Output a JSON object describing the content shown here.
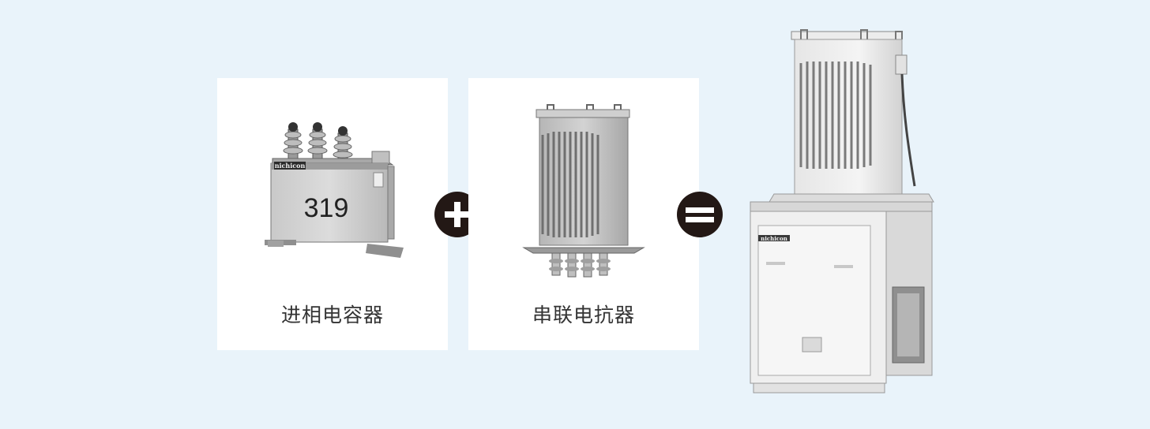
{
  "cards": [
    {
      "caption": "进相电容器",
      "product_icon": "capacitor-icon",
      "brand": "nichicon",
      "model_number": "319"
    },
    {
      "caption": "串联电抗器",
      "product_icon": "reactor-icon"
    }
  ],
  "operators": {
    "plus": "plus-icon",
    "equals": "equals-icon"
  },
  "result": {
    "product_icon": "capacitor-reactor-unit-icon",
    "brand": "nichicon"
  },
  "colors": {
    "background": "#e9f3fa",
    "card": "#ffffff",
    "operator_circle": "#231815",
    "caption_text": "#333333"
  }
}
